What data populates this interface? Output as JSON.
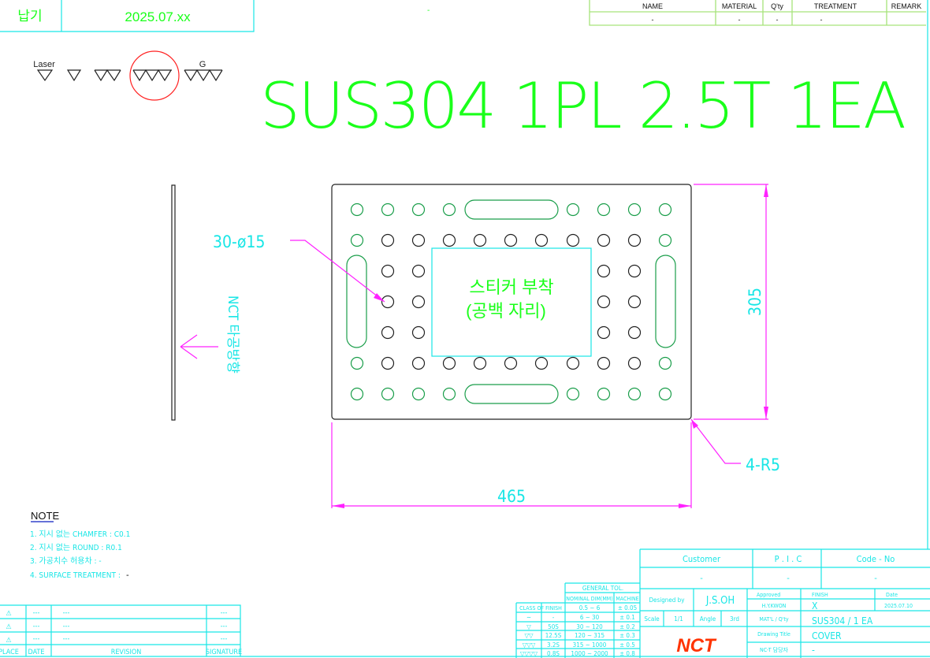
{
  "colors": {
    "title": "#1aff1a",
    "line": "#19e6e6",
    "dimension": "#ff22ff",
    "hole_outer": "#1a9e4a",
    "hole_inner": "#222222",
    "logo": "#ff3300",
    "highlight_circle": "#ff2222"
  },
  "delivery": {
    "label": "납기",
    "value": "2025.07.xx"
  },
  "bom": {
    "headers": [
      "NAME",
      "MATERIAL",
      "Q'ty",
      "TREATMENT",
      "REMARK"
    ],
    "row": [
      "-",
      "-",
      "-",
      "-",
      ""
    ]
  },
  "finish_symbols": {
    "laser_label": "Laser",
    "g_label": "G",
    "selected": "3-triangle"
  },
  "part_title": "SUS304 1PL 2.5T 1EA",
  "drawing": {
    "hole_callout": "30-ø15",
    "sticker_line1": "스티커  부착",
    "sticker_line2": "(공백 자리)",
    "punch_direction": "NCT 타공방향",
    "width_dim": "465",
    "height_dim": "305",
    "corner_radius": "4-R5"
  },
  "note": {
    "title": "NOTE",
    "items": [
      "1. 지시 없는 CHAMFER : C0.1",
      "2. 지시 없는 ROUND : R0.1",
      "3. 가공치수 허용차 : -",
      "4. SURFACE TREATMENT :"
    ],
    "surface_value": "-"
  },
  "revision": {
    "rows": [
      [
        "---",
        "---",
        "---"
      ],
      [
        "---",
        "---",
        "---"
      ],
      [
        "---",
        "---",
        "---"
      ]
    ],
    "headers": [
      "PLACE",
      "DATE",
      "REVISION",
      "SIGNATURE"
    ]
  },
  "tolerance": {
    "title": "GENERAL TOL.",
    "headers": [
      "CLASS OF FINISH",
      "NOMINAL DIM(MM)",
      "MACHINE"
    ],
    "rows": [
      {
        "sym": "",
        "cls": "",
        "nom": "0.5  ~   6",
        "tol": "± 0.05"
      },
      {
        "sym": "∼",
        "cls": "-",
        "nom": "6  ~  30",
        "tol": "± 0.1"
      },
      {
        "sym": "▽",
        "cls": "50S",
        "nom": "30  ~  120",
        "tol": "± 0.2"
      },
      {
        "sym": "▽▽",
        "cls": "12.5S",
        "nom": "120  ~  315",
        "tol": "± 0.3"
      },
      {
        "sym": "▽▽▽",
        "cls": "3.2S",
        "nom": "315  ~  1000",
        "tol": "± 0.5"
      },
      {
        "sym": "▽▽▽▽",
        "cls": "0.8S",
        "nom": "1000  ~  2000",
        "tol": "± 0.8"
      }
    ]
  },
  "title_block": {
    "customer_label": "Customer",
    "customer": "-",
    "pic_label": "P . I . C",
    "pic": "-",
    "code_label": "Code - No",
    "code": "-",
    "designed_label": "Designed by",
    "designed": "J.S.OH",
    "approved_label": "Approved",
    "approved": "H.Y.KWON",
    "finish_label": "FINISH",
    "finish": "X",
    "date_label": "Date",
    "date": "2025.07.10",
    "scale_label": "Scale",
    "scale": "1/1",
    "angle_label": "Angle",
    "angle": "3rd",
    "matl_label": "MAT'L / Q'ty",
    "matl": "SUS304 / 1 EA",
    "title_label": "Drawing Title",
    "title": "COVER",
    "nct_label": "NC-T 담당자",
    "nct": "-",
    "logo": "NCT"
  }
}
